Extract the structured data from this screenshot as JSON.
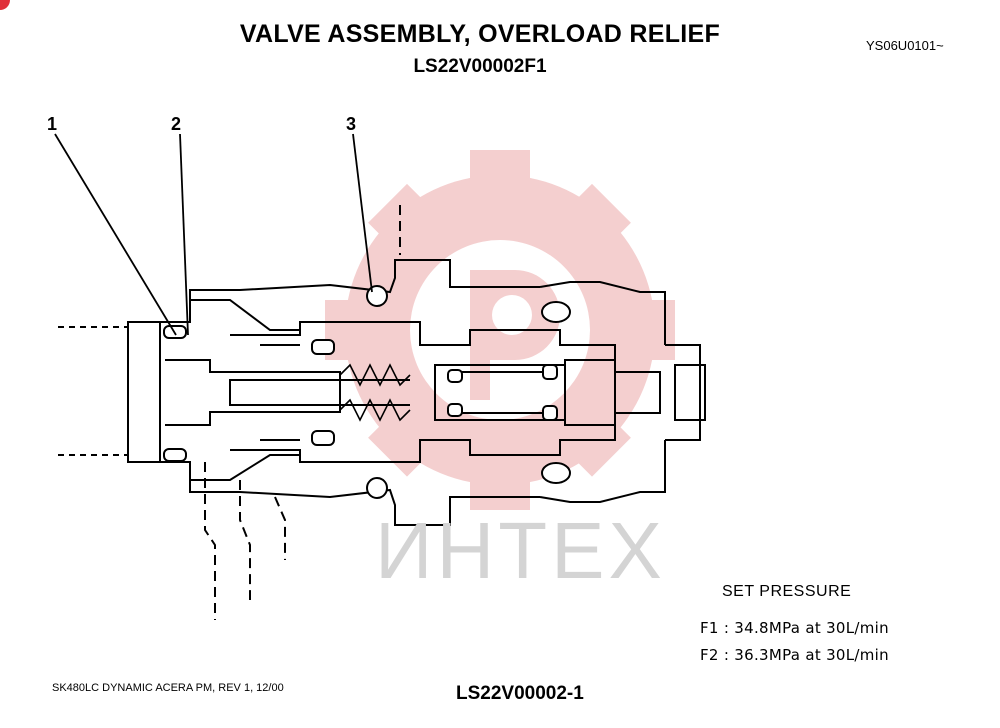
{
  "header": {
    "title": "VALVE ASSEMBLY, OVERLOAD RELIEF",
    "subtitle": "LS22V00002F1",
    "serial": "YS06U0101~"
  },
  "callouts": [
    "1",
    "2",
    "3"
  ],
  "watermark": "ИНТЕХ",
  "set_pressure": {
    "title": "SET PRESSURE",
    "lines": [
      "F1 : 34.8MPa  at  30L/min",
      "F2 : 36.3MPa  at  30L/min"
    ]
  },
  "footer": {
    "left": "SK480LC DYNAMIC ACERA PM, REV 1, 12/00",
    "center": "LS22V00002-1"
  },
  "colors": {
    "line": "#000000",
    "watermark_logo": "#f2c4c4",
    "watermark_text": "#d4d4d4",
    "badge": "#e0303a"
  }
}
